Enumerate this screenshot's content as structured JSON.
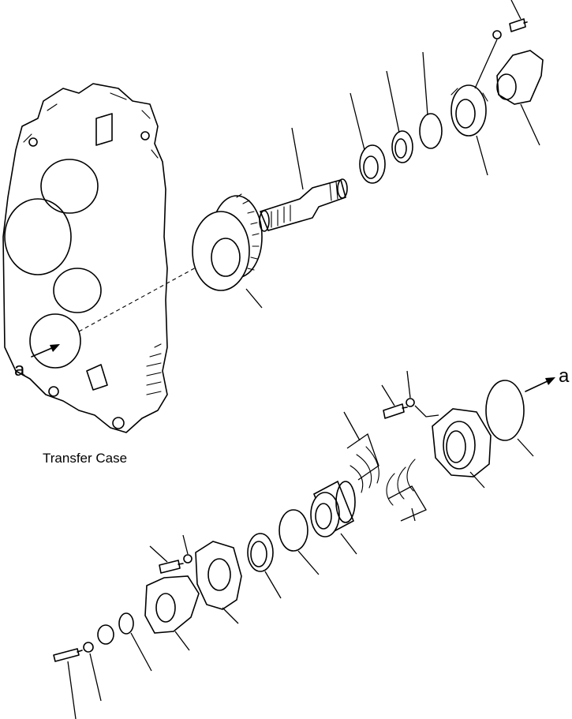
{
  "labels": {
    "case_caption": "Transfer Case",
    "view_marker_left": "a",
    "view_marker_right": "a"
  }
}
